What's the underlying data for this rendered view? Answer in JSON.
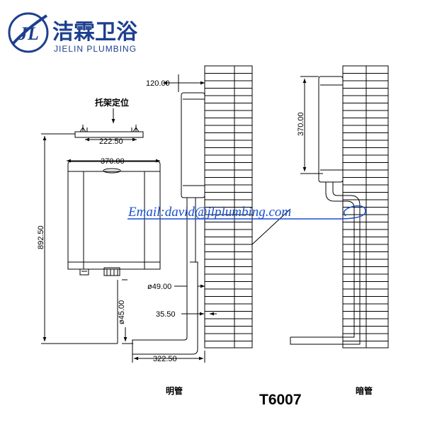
{
  "brand": {
    "name_cn": "洁霖卫浴",
    "name_en": "JIELIN PLUMBING",
    "logo_letters": "JL",
    "color": "#1d3f8f"
  },
  "watermark": {
    "email": "Email:david@jlplumbing.com",
    "color": "#1a4fd0"
  },
  "front_view": {
    "bracket_label": "托架定位",
    "bracket_width": "222.50",
    "tank_width": "370.00",
    "total_height": "892.50"
  },
  "exposed_view": {
    "caption": "明管",
    "top_offset": "120.00",
    "pipe_diameter": "ø49.00",
    "outlet_diameter": "ø45.00",
    "wall_gap": "35.50",
    "outlet_depth": "322.50"
  },
  "concealed_view": {
    "caption": "暗管",
    "tank_height": "370.00"
  },
  "model": "T6007"
}
